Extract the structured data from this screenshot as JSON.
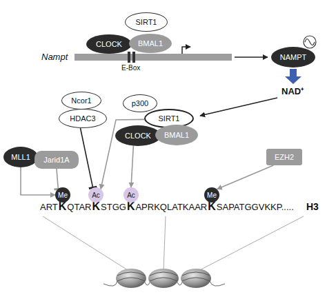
{
  "diagram": {
    "nodes": [
      {
        "text": [
          "SIRT1"
        ]
      },
      {
        "text": [
          "CLOCK"
        ]
      },
      {
        "text": [
          "BMAL1"
        ]
      },
      {
        "text": [
          "NAMPT"
        ]
      },
      {
        "text": [
          "Ncor1"
        ]
      },
      {
        "text": [
          "HDAC3"
        ]
      },
      {
        "text": [
          "p300"
        ]
      },
      {
        "text": [
          "SIRT1"
        ]
      },
      {
        "text": [
          "CLOCK"
        ]
      },
      {
        "text": [
          "BMAL1"
        ]
      },
      {
        "text": [
          "MLL1"
        ]
      },
      {
        "text": [
          "Jarid1A"
        ]
      },
      {
        "text": [
          "EZH2"
        ]
      },
      {
        "text": [
          "Me"
        ]
      },
      {
        "text": [
          "Ac"
        ]
      },
      {
        "text": [
          "Ac"
        ]
      },
      {
        "text": [
          "Me"
        ]
      }
    ],
    "edges": [
      {
        "from": 10,
        "to": 13,
        "arrow": "to"
      },
      {
        "from": 11,
        "to": 13,
        "arrow": "to"
      },
      {
        "from": 5,
        "to": 14,
        "arrow": "to"
      },
      {
        "from": 7,
        "to": 14,
        "arrow": "to"
      },
      {
        "from": 8,
        "to": 15,
        "arrow": "to"
      },
      {
        "from": 12,
        "to": 16,
        "arrow": "to"
      }
    ],
    "labels": [
      "Nampt",
      "E-Box",
      "NAD⁺",
      "ART",
      "K",
      "QTAR",
      "K",
      "STGG",
      "K",
      "APRKQLATKAAR",
      "K",
      "SAPATGGVKKP.....",
      "H3"
    ]
  }
}
